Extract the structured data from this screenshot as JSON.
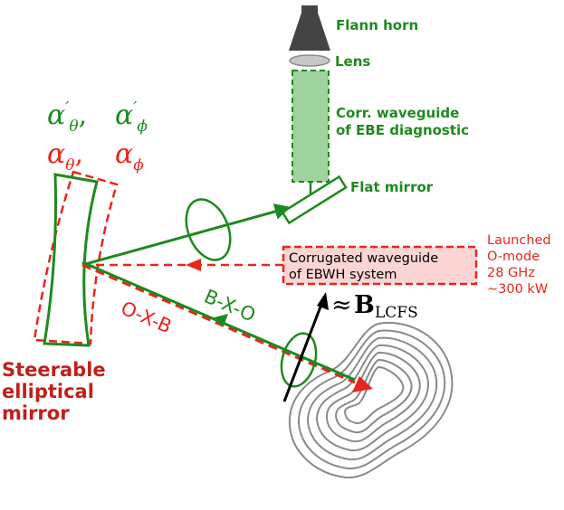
{
  "colors": {
    "green": "#1e8a1e",
    "green_fill": "#9fd29f",
    "red": "#e8261c",
    "red_dark": "#c0201a",
    "pink_fill": "#fbd5d4",
    "gray": "#8a8a8a",
    "dark": "#444444"
  },
  "labels": {
    "flann_horn": "Flann horn",
    "lens": "Lens",
    "corr_waveguide_line1": "Corr. waveguide",
    "corr_waveguide_line2": "of EBE diagnostic",
    "flat_mirror": "Flat mirror",
    "ebwh_line1": "Corrugated waveguide",
    "ebwh_line2": "of EBWH system",
    "launched_line1": "Launched",
    "launched_line2": "O-mode",
    "launched_line3": "28 GHz",
    "launched_line4": "~300 kW",
    "bxo": "B-X-O",
    "oxb": "O-X-B",
    "steerable_line1": "Steerable",
    "steerable_line2": "elliptical",
    "steerable_line3": "mirror"
  },
  "math": {
    "alpha": "α",
    "prime": "′",
    "theta": "θ",
    "phi": "ϕ",
    "comma": ",",
    "approx": "≈",
    "B": "B",
    "lcfs": "LCFS"
  }
}
